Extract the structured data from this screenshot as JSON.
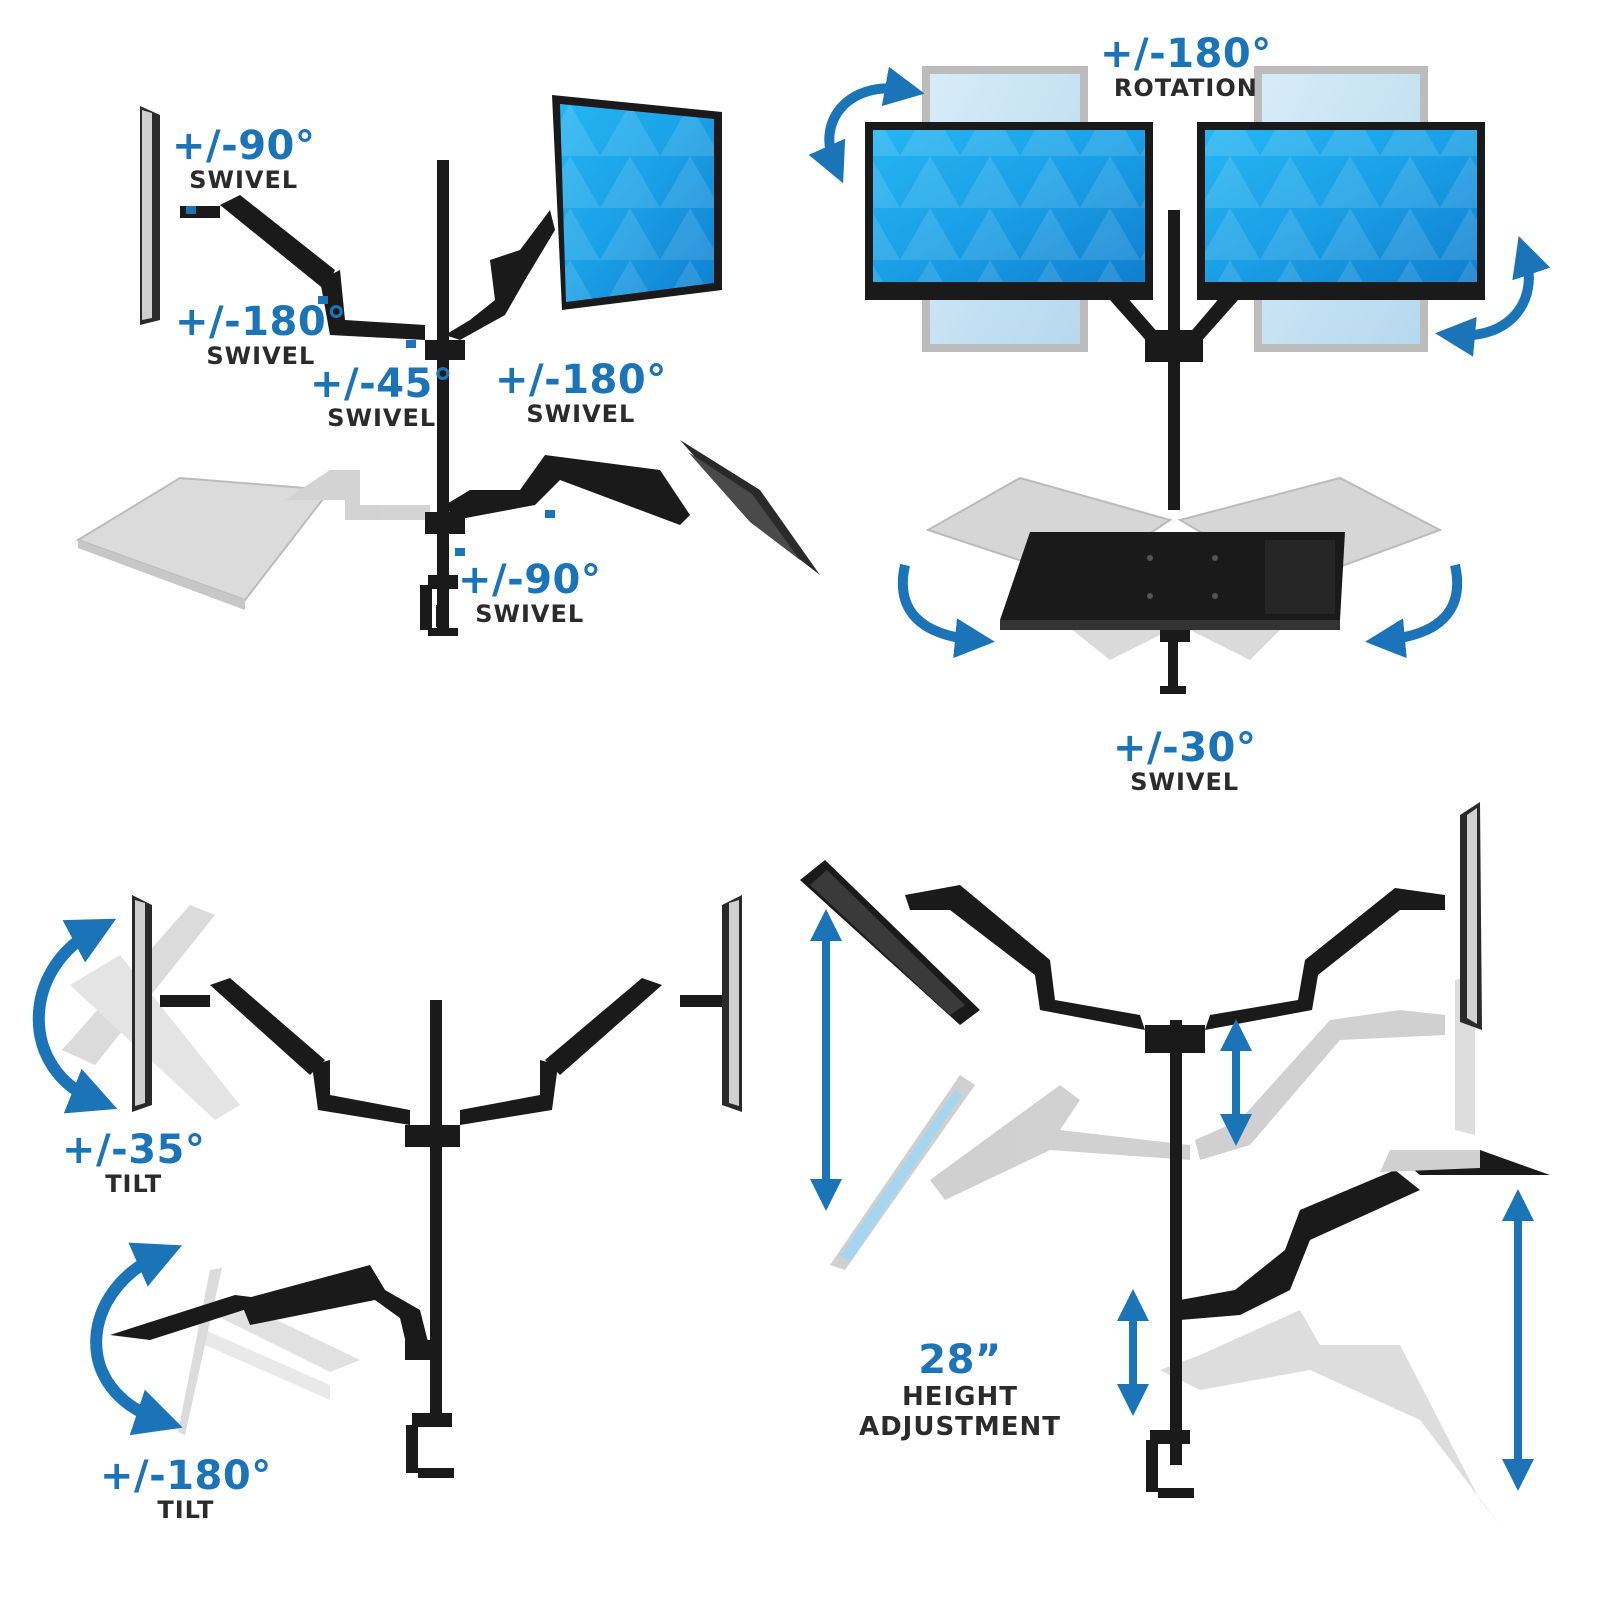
{
  "panels": {
    "top_left": {
      "labels": [
        {
          "value": "+/-90°",
          "caption": "SWIVEL"
        },
        {
          "value": "+/-180°",
          "caption": "SWIVEL"
        },
        {
          "value": "+/-45°",
          "caption": "SWIVEL"
        },
        {
          "value": "+/-180°",
          "caption": "SWIVEL"
        },
        {
          "value": "+/-90°",
          "caption": "SWIVEL"
        }
      ]
    },
    "top_right": {
      "labels": [
        {
          "value": "+/-180°",
          "caption": "ROTATION"
        },
        {
          "value": "+/-30°",
          "caption": "SWIVEL"
        }
      ]
    },
    "bottom_left": {
      "labels": [
        {
          "value": "+/-35°",
          "caption": "TILT"
        },
        {
          "value": "+/-180°",
          "caption": "TILT"
        }
      ]
    },
    "bottom_right": {
      "height": {
        "value": "28”",
        "line1": "HEIGHT",
        "line2": "ADJUSTMENT"
      }
    }
  },
  "colors": {
    "accent_blue": "#1c74b8",
    "screen_blue": "#1aa3e8",
    "mount_black": "#1a1a1a",
    "ghost_gray": "#bdbdbd",
    "text_dark": "#2b2b2b"
  }
}
